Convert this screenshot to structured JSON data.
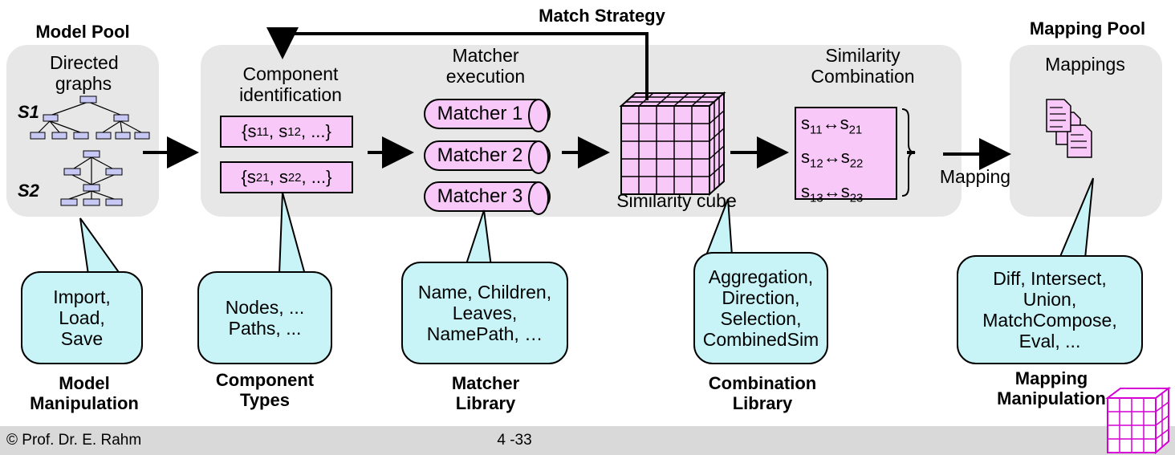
{
  "title": "Match Strategy",
  "model_pool": {
    "heading": "Model Pool",
    "subtitle": "Directed graphs",
    "schema1": "S1",
    "schema2": "S2"
  },
  "component_identification": {
    "label": "Component identification",
    "set1": {
      "prefix": "{s",
      "a": "11",
      "mid": ", s",
      "b": "12",
      "suffix": ", ...}"
    },
    "set2": {
      "prefix": "{s",
      "a": "21",
      "mid": ", s",
      "b": "22",
      "suffix": ", ...}"
    }
  },
  "matcher_execution": {
    "label": "Matcher execution",
    "matchers": [
      "Matcher 1",
      "Matcher 2",
      "Matcher 3"
    ]
  },
  "similarity_cube": {
    "label": "Similarity cube"
  },
  "similarity_combination": {
    "label": "Similarity Combination",
    "pairs": [
      {
        "l": "11",
        "r": "21"
      },
      {
        "l": "12",
        "r": "22"
      },
      {
        "l": "13",
        "r": "23"
      }
    ]
  },
  "mapping_arrow_label": "Mapping",
  "mapping_pool": {
    "heading": "Mapping Pool",
    "subtitle": "Mappings"
  },
  "callouts": {
    "model": [
      "Import,",
      "Load,",
      "Save"
    ],
    "component": [
      "Nodes, ...",
      "Paths, ..."
    ],
    "matcher": [
      "Name, Children,",
      "Leaves,",
      "NamePath, …"
    ],
    "combination": [
      "Aggregation,",
      "Direction,",
      "Selection,",
      "CombinedSim"
    ],
    "mapping": [
      "Diff, Intersect,",
      "Union,",
      "MatchCompose,",
      "Eval, ..."
    ]
  },
  "bottom_labels": {
    "model": [
      "Model",
      "Manipulation"
    ],
    "component": [
      "Component",
      "Types"
    ],
    "matcher": [
      "Matcher",
      "Library"
    ],
    "combination": [
      "Combination",
      "Library"
    ],
    "mapping": [
      "Mapping",
      "Manipulation"
    ]
  },
  "footer": {
    "author": "© Prof. Dr. E. Rahm",
    "page": "4 -33"
  },
  "colors": {
    "panel": "#e7e7e7",
    "pink": "#f8c8f8",
    "cyan": "#c8f4f8",
    "graph": "#c8c8f4",
    "footer": "#d9d9d9"
  }
}
